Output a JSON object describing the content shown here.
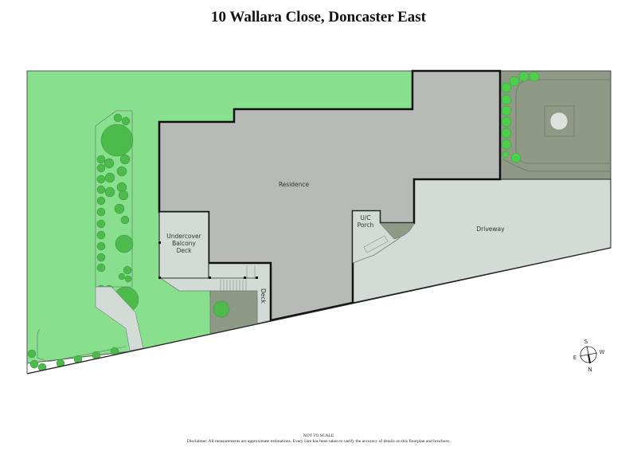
{
  "header": {
    "title": "10 Wallara Close, Doncaster East"
  },
  "areas": {
    "residence": "Residence",
    "balcony": [
      "Undercover",
      "Balcony",
      "Deck"
    ],
    "deck": "Deck",
    "porch": [
      "U/C",
      "Porch"
    ],
    "driveway": "Driveway"
  },
  "compass": {
    "north": "N",
    "south": "S",
    "east": "E",
    "west": "W"
  },
  "footer": {
    "scale_note": "NOT TO SCALE",
    "disclaimer": "Disclaimer: All measurements are approximate estimations. Every care has been taken to verify the accuracy of details on this floorplan and brochure."
  },
  "colors": {
    "lawn": "#88e08e",
    "residence": "#b8bab8",
    "paving": "#d2dbd6",
    "garden_bed": "#8e9a86",
    "tree": "#4cbb4c",
    "outline": "#111111"
  }
}
